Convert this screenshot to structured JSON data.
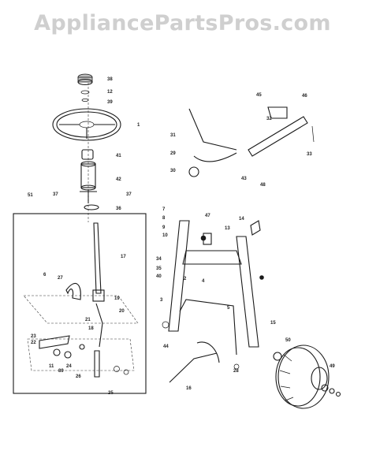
{
  "watermark": "AppliancePartsPros.com",
  "callouts": [
    "38",
    "12",
    "39",
    "1",
    "41",
    "42",
    "37",
    "37",
    "36",
    "51",
    "17",
    "6",
    "27",
    "19",
    "20",
    "21",
    "18",
    "23",
    "22",
    "11",
    "89",
    "24",
    "26",
    "25",
    "3",
    "45",
    "46",
    "32",
    "33",
    "31",
    "29",
    "30",
    "43",
    "48",
    "47",
    "14",
    "13",
    "7",
    "8",
    "9",
    "10",
    "34",
    "35",
    "40",
    "2",
    "4",
    "5",
    "15",
    "16",
    "44",
    "28",
    "50",
    "49"
  ]
}
